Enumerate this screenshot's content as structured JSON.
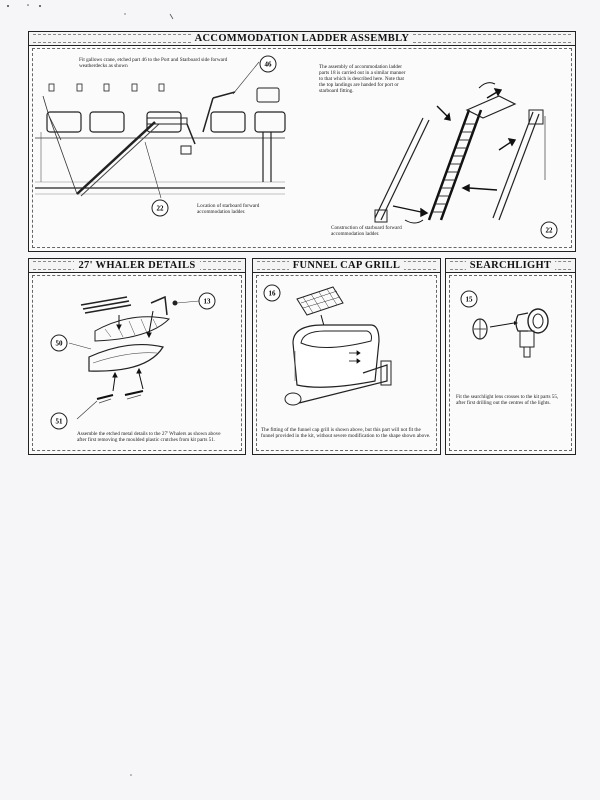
{
  "sections": {
    "ladder": {
      "title": "ACCOMMODATION LADDER ASSEMBLY",
      "note_gallows": "Fit gallows crane, etched part 46 to the Port and Starboard side forward weatherdecks as shown",
      "note_assembly": "The assembly of accommodation ladder parts 18 is carried out in a similar manner to that which is described here. Note that the top landings are handed for port or starboard fitting.",
      "caption_location": "Location of starboard forward accommodation ladder.",
      "caption_construction": "Construction of starboard forward accommodation ladder.",
      "callouts": {
        "crane": "46",
        "ladder_left": "22",
        "ladder_right": "22"
      }
    },
    "whaler": {
      "title": "27' WHALER DETAILS",
      "note": "Assemble the etched metal details to the 27' Whalers as shown above after first removing the moulded plastic crutches from kit parts 51.",
      "callouts": {
        "davit": "13",
        "hull": "50",
        "crutch": "51"
      }
    },
    "funnel": {
      "title": "FUNNEL CAP GRILL",
      "note": "The fitting of the funnel cap grill is shown above, but this part will not fit the funnel provided in the kit, without severe modification to the shape shown above.",
      "callouts": {
        "grill": "16"
      }
    },
    "searchlight": {
      "title": "SEARCHLIGHT",
      "note": "Fit the searchlight lens crosses to the kit parts 55, after first drilling out the centres of the lights.",
      "callouts": {
        "lens": "15"
      }
    }
  }
}
